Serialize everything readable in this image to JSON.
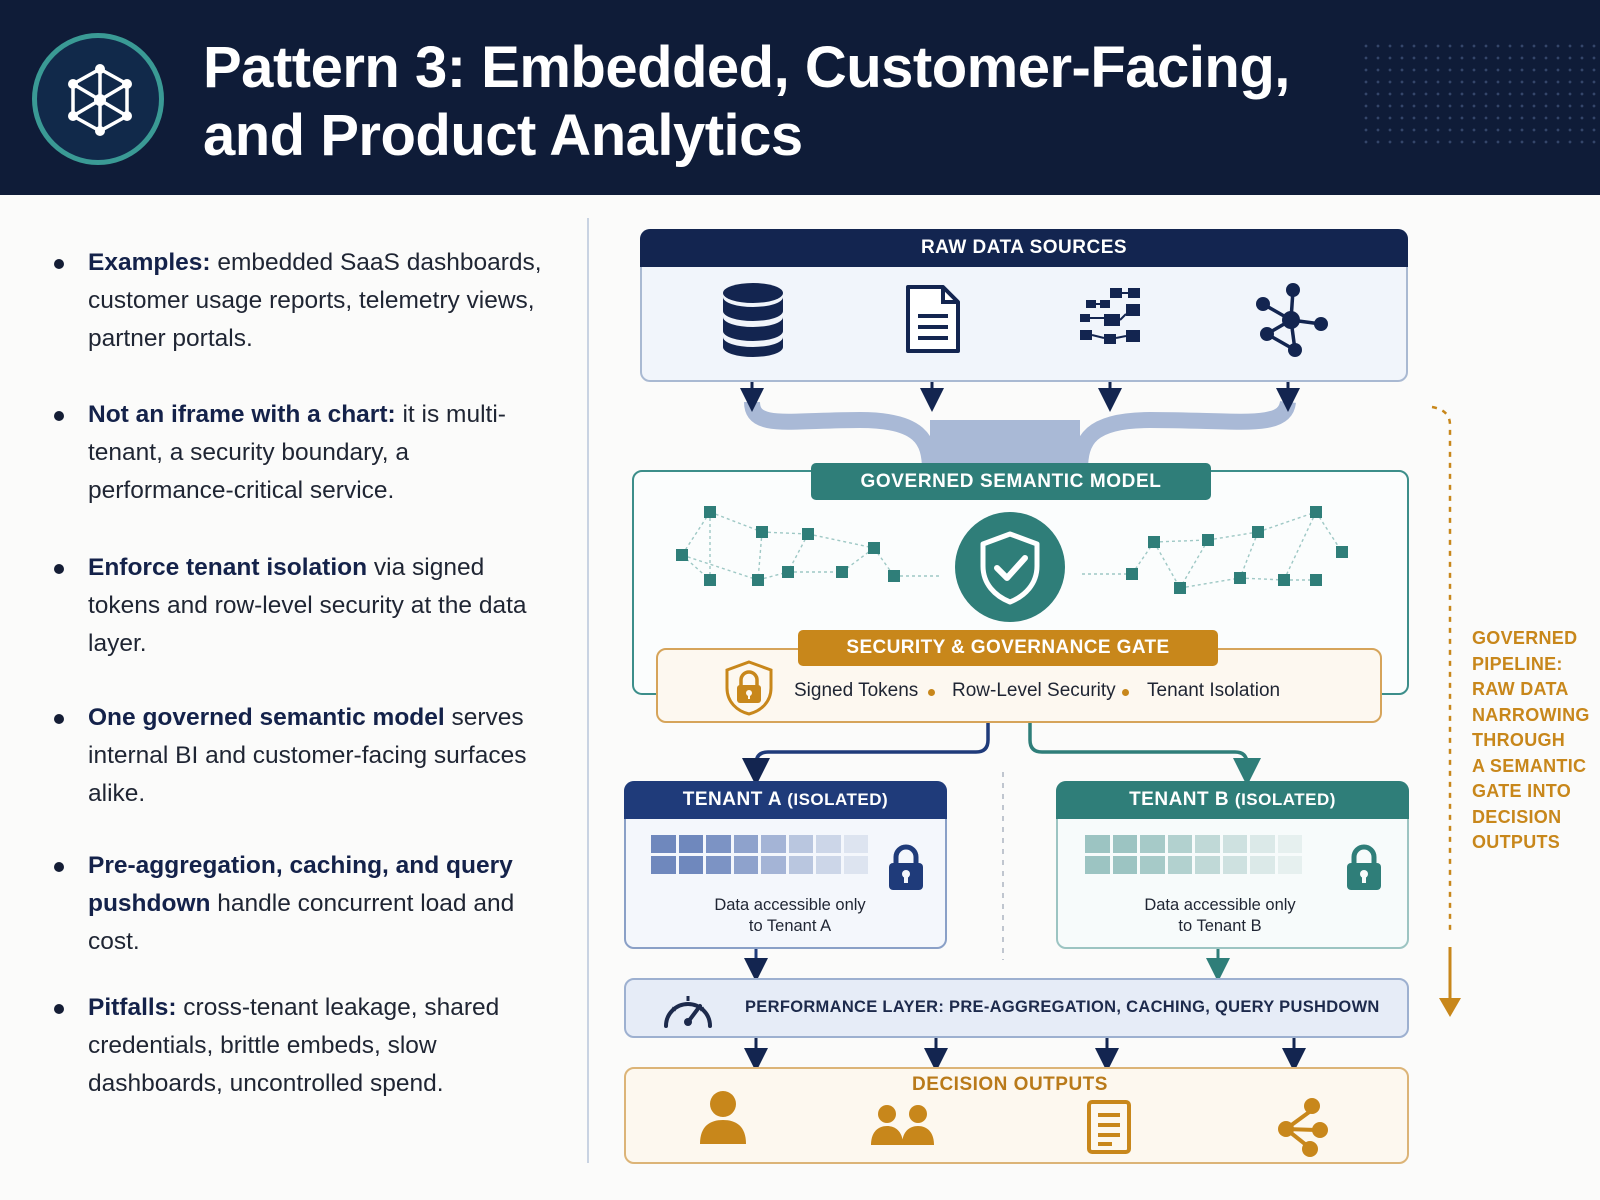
{
  "header": {
    "title": "Pattern 3: Embedded, Customer-Facing, and Product Analytics",
    "logo_icon": "network-cube-icon"
  },
  "bullets": [
    {
      "lead": "Examples:",
      "rest": " embedded SaaS dashboards, customer usage reports, telemetry views, partner portals."
    },
    {
      "lead": "Not an iframe with a chart:",
      "rest": " it is multi-tenant, a security boundary, a performance-critical service."
    },
    {
      "lead": "Enforce tenant isolation",
      "rest": " via signed tokens and row-level security at the data layer."
    },
    {
      "lead": "One governed semantic model",
      "rest": " serves internal BI and customer-facing surfaces alike."
    },
    {
      "lead": "Pre-aggregation, caching, and query pushdown",
      "rest": " handle concurrent load and cost."
    },
    {
      "lead": "Pitfalls:",
      "rest": " cross-tenant leakage, shared credentials, brittle embeds, slow dashboards, uncontrolled spend."
    }
  ],
  "diagram": {
    "raw_sources": {
      "title": "RAW DATA SOURCES",
      "icons": [
        "database-icon",
        "document-icon",
        "flow-blocks-icon",
        "network-graph-icon"
      ]
    },
    "semantic_model": {
      "title": "GOVERNED SEMANTIC MODEL",
      "center_icon": "shield-check-icon"
    },
    "gate": {
      "title": "SECURITY & GOVERNANCE GATE",
      "items": [
        "Signed Tokens",
        "Row-Level Security",
        "Tenant Isolation"
      ]
    },
    "tenant_a": {
      "title": "TENANT A",
      "suffix": "(ISOLATED)",
      "caption_line1": "Data accessible only",
      "caption_line2": "to Tenant A"
    },
    "tenant_b": {
      "title": "TENANT B",
      "suffix": "(ISOLATED)",
      "caption_line1": "Data accessible only",
      "caption_line2": "to Tenant B"
    },
    "performance": {
      "label": "PERFORMANCE LAYER: PRE-AGGREGATION, CACHING, QUERY PUSHDOWN"
    },
    "decision": {
      "title": "DECISION OUTPUTS",
      "icons": [
        "person-icon",
        "people-icon",
        "report-icon",
        "share-icon"
      ]
    },
    "side_note": [
      "GOVERNED",
      "PIPELINE:",
      "RAW DATA",
      "NARROWING",
      "THROUGH",
      "A SEMANTIC",
      "GATE INTO",
      "DECISION",
      "OUTPUTS"
    ]
  },
  "colors": {
    "navy": "#132550",
    "teal": "#2f7e79",
    "gold": "#c8871b",
    "header_bg": "#0f1c38"
  }
}
